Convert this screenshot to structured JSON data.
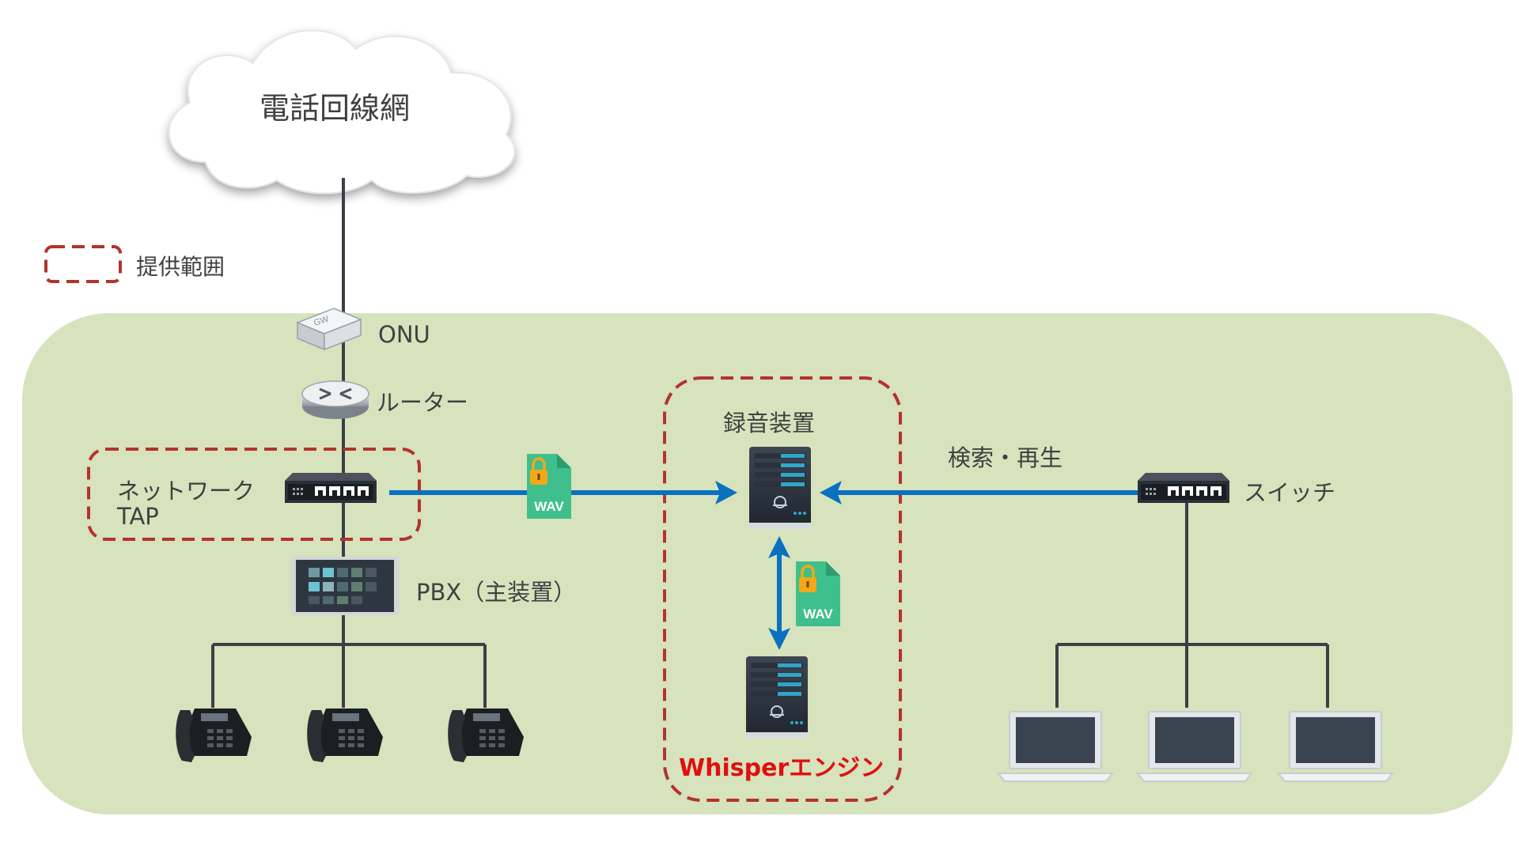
{
  "cloud": {
    "label": "電話回線網"
  },
  "legend": {
    "label": "提供範囲"
  },
  "nodes": {
    "onu": "ONU",
    "router": "ルーター",
    "tap_line1": "ネットワーク",
    "tap_line2": "TAP",
    "pbx": "PBX（主装置）",
    "recorder": "録音装置",
    "switch": "スイッチ",
    "search_link": "検索・再生",
    "engine": "Whisperエンジン"
  },
  "file_badge": "WAV",
  "colors": {
    "zone_fill": "#d6e3bd",
    "line": "#3a3f47",
    "arrow": "#0a70c0",
    "dash": "#b3332b",
    "engine_text": "#e01010",
    "wav": "#3fbf8c",
    "lock": "#f3a81a"
  }
}
